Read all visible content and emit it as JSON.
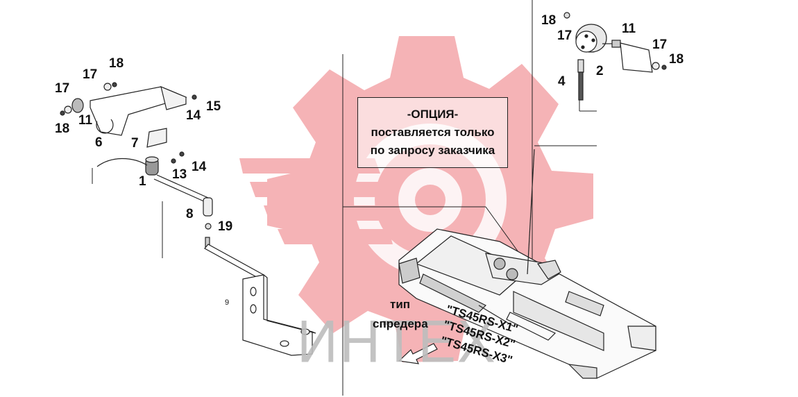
{
  "callouts": {
    "top_right": {
      "n18a": "18",
      "n17a": "17",
      "n11a": "11",
      "n17b": "17",
      "n18b": "18",
      "n2": "2",
      "n4": "4"
    },
    "bracket": {
      "n17a": "17",
      "n18a": "18",
      "n17b": "17",
      "n11": "11",
      "n18b": "18",
      "n6": "6",
      "n14a": "14",
      "n15": "15",
      "n7": "7",
      "n13": "13",
      "n14b": "14",
      "n1": "1"
    },
    "rod": {
      "n8": "8",
      "n19": "19",
      "n9": "9"
    }
  },
  "option_note": {
    "line1": "-ОПЦИЯ-",
    "line2": "поставляется только",
    "line3": "по запросу заказчика"
  },
  "spreader_type": {
    "line1": "тип",
    "line2": "спредера",
    "models": [
      "\"TS45RS-X1\"",
      "\"TS45RS-X2\"",
      "\"TS45RS-X3\""
    ]
  },
  "watermark": {
    "text": "ИНТЕХ",
    "gear_color": "#f4a0a3",
    "text_color": "#bdbdbd"
  }
}
